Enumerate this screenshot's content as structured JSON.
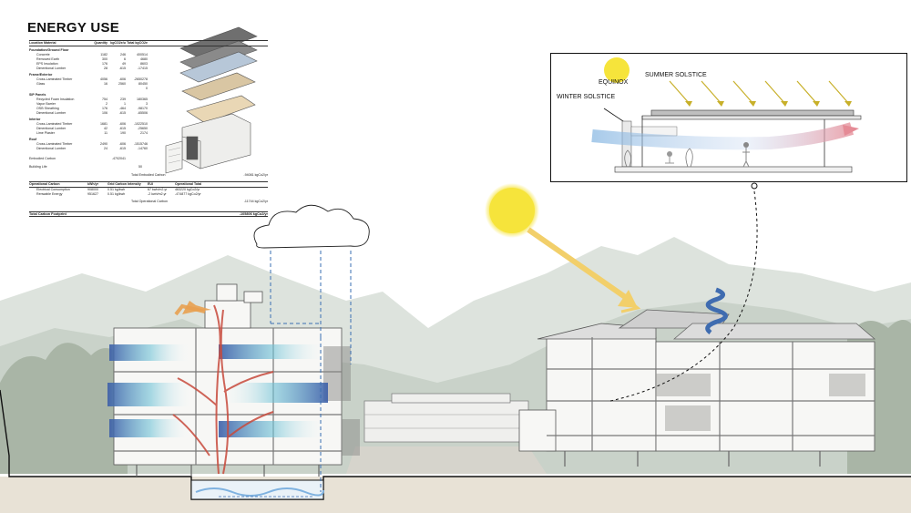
{
  "title": "ENERGY USE",
  "table": {
    "header": [
      "Location  Material",
      "Quantity",
      "kgCO2e/u",
      "Total kgCO2e"
    ],
    "sections": [
      {
        "name": "Foundation/Ground Floor",
        "rows": [
          [
            "Concrete",
            "1182",
            "246",
            "400514"
          ],
          [
            "Removed Earth",
            "300",
            "6",
            "4680"
          ],
          [
            "EPS Insulation",
            "176",
            "49",
            "8603"
          ],
          [
            "Dimentional Lumber",
            "28",
            "-615",
            "-17415"
          ]
        ]
      },
      {
        "name": "Frame/Exterior",
        "rows": [
          [
            "Cross-Laminated Timber",
            "4056",
            "-606",
            "-2650278"
          ],
          [
            "Glass",
            "16",
            "2560",
            "80450"
          ],
          [
            "",
            "",
            "",
            "0"
          ]
        ]
      },
      {
        "name": "SIP Panels",
        "rows": [
          [
            "Recycled Foam Insulation",
            "754",
            "239",
            "180365"
          ],
          [
            "Vapor Barrier",
            "2",
            "1",
            "3"
          ],
          [
            "OSB Sheathing",
            "176",
            "-464",
            "-98170"
          ],
          [
            "Dimentional Lumber",
            "106",
            "-615",
            "-65506"
          ]
        ]
      },
      {
        "name": "Interior",
        "rows": [
          [
            "Cross-Laminated Timber",
            "1681",
            "-606",
            "-1022510"
          ],
          [
            "Dimentional Lumber",
            "42",
            "-615",
            "-25650"
          ],
          [
            "Lime Plaster",
            "11",
            "190",
            "2174"
          ]
        ]
      },
      {
        "name": "Roof",
        "rows": [
          [
            "Cross-Laminated Timber",
            "2490",
            "-606",
            "-1515746"
          ],
          [
            "Dimentional Lumber",
            "24",
            "-615",
            "-14760"
          ]
        ]
      }
    ],
    "embodied_carbon_label": "Embodied Carbon",
    "embodied_carbon_value": "-4702041",
    "building_life_label": "Building Life",
    "building_life_value": "50",
    "total_embodied_label": "Total Embodied Carbon",
    "total_embodied_value": "-94081 kgCo2/yr",
    "operational_header": [
      "Operational Carbon",
      "kWh/yr",
      "Grid Carbon Intensity",
      "EUI",
      "Operational Total"
    ],
    "operational_rows": [
      [
        "Electrical Consumption",
        "908000",
        "0.51 kg/kwh",
        "67 kwh/m2.yr",
        "463220 kgCo2/yr"
      ],
      [
        "Renwable Energy",
        "951627",
        "0.51 kg/kwh",
        "-2 kwh/m2.yr",
        "-474877 kgCo2/yr"
      ]
    ],
    "total_operational_label": "Total Operational Carbon",
    "total_operational_value": "-11744 kgCo2/yr",
    "total_footprint_label": "Total Carbon Footprint",
    "total_footprint_value": "-105806 kgCo2/yr"
  },
  "inset": {
    "equinox_label": "EQUINOX",
    "summer_label": "SUMMER SOLSTICE",
    "winter_label": "WINTER SOLSTICE"
  },
  "colors": {
    "sun": "#f4e23a",
    "sun_ray": "#f2cf6a",
    "ventilation": "#8fb8d8",
    "stack_effect": "#c84a3c",
    "exhaust_arrow": "#e8a050",
    "rain": "#3a6fb3",
    "wind_turbine": "#3f6cb0",
    "cool_air": "#7fb2e0",
    "warm_air": "#e58b96"
  }
}
